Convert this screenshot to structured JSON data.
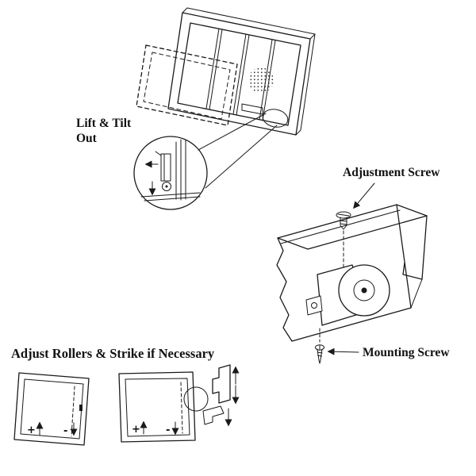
{
  "diagram": {
    "labels": {
      "lift_tilt_line1": "Lift & Tilt",
      "lift_tilt_line2": "Out",
      "adjustment_screw": "Adjustment Screw",
      "mounting_screw": "Mounting Screw",
      "adjust_heading": "Adjust Rollers & Strike if Necessary"
    },
    "marks": {
      "door1_plus": "+",
      "door1_minus": "-",
      "door2_plus": "+",
      "door2_minus": "-"
    },
    "colors": {
      "line": "#1a1a1a",
      "background": "#ffffff"
    }
  }
}
